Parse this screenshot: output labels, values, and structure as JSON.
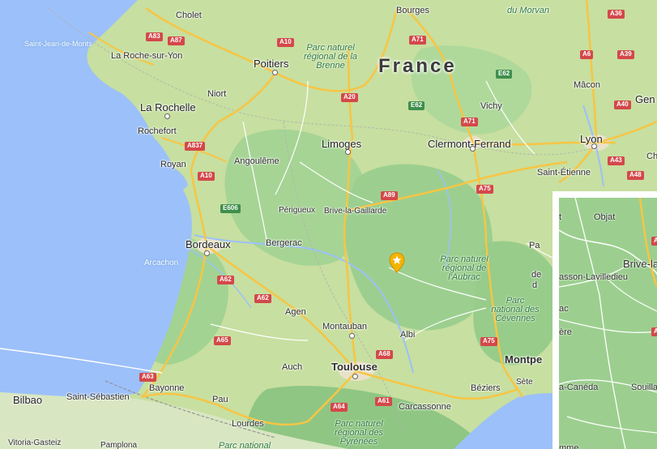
{
  "map": {
    "country_label": "France",
    "water_labels": [
      {
        "id": "saint-jean-de-monts",
        "text": "Saint-Jean-de-Monts"
      },
      {
        "id": "arcachon",
        "text": "Arcachon"
      }
    ],
    "cities": [
      {
        "id": "cholet",
        "text": "Cholet"
      },
      {
        "id": "bourges",
        "text": "Bourges"
      },
      {
        "id": "morvan",
        "text": "du Morvan"
      },
      {
        "id": "la-roche-sur-yon",
        "text": "La Roche-sur-Yon"
      },
      {
        "id": "poitiers",
        "text": "Poitiers"
      },
      {
        "id": "niort",
        "text": "Niort"
      },
      {
        "id": "la-rochelle",
        "text": "La Rochelle"
      },
      {
        "id": "rochefort",
        "text": "Rochefort"
      },
      {
        "id": "royan",
        "text": "Royan"
      },
      {
        "id": "angouleme",
        "text": "Angoulême"
      },
      {
        "id": "limoges",
        "text": "Limoges"
      },
      {
        "id": "vichy",
        "text": "Vichy"
      },
      {
        "id": "clermont-ferrand",
        "text": "Clermont-Ferrand"
      },
      {
        "id": "macon",
        "text": "Mâcon"
      },
      {
        "id": "lyon",
        "text": "Lyon"
      },
      {
        "id": "saint-etienne",
        "text": "Saint-Étienne"
      },
      {
        "id": "perigueux",
        "text": "Périgueux"
      },
      {
        "id": "brive",
        "text": "Brive-la-Gaillarde"
      },
      {
        "id": "bordeaux",
        "text": "Bordeaux"
      },
      {
        "id": "bergerac",
        "text": "Bergerac"
      },
      {
        "id": "agen",
        "text": "Agen"
      },
      {
        "id": "montauban",
        "text": "Montauban"
      },
      {
        "id": "albi",
        "text": "Albi"
      },
      {
        "id": "toulouse",
        "text": "Toulouse"
      },
      {
        "id": "auch",
        "text": "Auch"
      },
      {
        "id": "montpellier",
        "text": "Montpe"
      },
      {
        "id": "beziers",
        "text": "Béziers"
      },
      {
        "id": "sete",
        "text": "Sète"
      },
      {
        "id": "carcassonne",
        "text": "Carcassonne"
      },
      {
        "id": "bayonne",
        "text": "Bayonne"
      },
      {
        "id": "saint-sebastien",
        "text": "Saint-Sébastien"
      },
      {
        "id": "bilbao",
        "text": "Bilbao"
      },
      {
        "id": "pau",
        "text": "Pau"
      },
      {
        "id": "lourdes",
        "text": "Lourdes"
      },
      {
        "id": "vitoria",
        "text": "Vitoria-Gasteiz"
      },
      {
        "id": "pamplona",
        "text": "Pamplona"
      },
      {
        "id": "pa-edge",
        "text": "Pa"
      },
      {
        "id": "de-edge",
        "text": "de"
      },
      {
        "id": "d-edge",
        "text": "d"
      },
      {
        "id": "gen-edge",
        "text": "Gen"
      },
      {
        "id": "ch-edge",
        "text": "Ch"
      }
    ],
    "parks": [
      {
        "id": "brenne",
        "text": "Parc naturel régional de la Brenne"
      },
      {
        "id": "aubrac",
        "text": "Parc naturel régional de l'Aubrac"
      },
      {
        "id": "cevennes",
        "text": "Parc national des Cévennes"
      },
      {
        "id": "pyrenees",
        "text": "Parc naturel régional des Pyrénées"
      },
      {
        "id": "parc-national-bottom",
        "text": "Parc national"
      }
    ],
    "roads": [
      {
        "id": "a83",
        "text": "A83"
      },
      {
        "id": "a87",
        "text": "A87"
      },
      {
        "id": "a10-north",
        "text": "A10"
      },
      {
        "id": "a71",
        "text": "A71"
      },
      {
        "id": "a36",
        "text": "A36"
      },
      {
        "id": "a6",
        "text": "A6"
      },
      {
        "id": "a39",
        "text": "A39"
      },
      {
        "id": "e62-a",
        "text": "E62"
      },
      {
        "id": "e62-b",
        "text": "E62"
      },
      {
        "id": "a20",
        "text": "A20"
      },
      {
        "id": "a71-b",
        "text": "A71"
      },
      {
        "id": "a40",
        "text": "A40"
      },
      {
        "id": "a837",
        "text": "A837"
      },
      {
        "id": "a10-south",
        "text": "A10"
      },
      {
        "id": "a43",
        "text": "A43"
      },
      {
        "id": "a48",
        "text": "A48"
      },
      {
        "id": "e606",
        "text": "E606"
      },
      {
        "id": "a89",
        "text": "A89"
      },
      {
        "id": "a75-a",
        "text": "A75"
      },
      {
        "id": "a62-a",
        "text": "A62"
      },
      {
        "id": "a62-b",
        "text": "A62"
      },
      {
        "id": "a65",
        "text": "A65"
      },
      {
        "id": "a68",
        "text": "A68"
      },
      {
        "id": "a75-b",
        "text": "A75"
      },
      {
        "id": "a63",
        "text": "A63"
      },
      {
        "id": "a64",
        "text": "A64"
      },
      {
        "id": "a61",
        "text": "A61"
      }
    ],
    "marker_icon": "star-marker-icon",
    "colors": {
      "sea": "#9cc0f9",
      "land": "#c7dfa0",
      "forest": "#9ccf8f",
      "motorway": "#f7c544",
      "shield": "#d4484a",
      "marker": "#f5b400"
    }
  },
  "inset": {
    "labels": [
      {
        "id": "objat",
        "text": "Objat"
      },
      {
        "id": "brive-la",
        "text": "Brive-la"
      },
      {
        "id": "terrasson",
        "text": "asson-Lavilledieu"
      },
      {
        "id": "ac",
        "text": "ac"
      },
      {
        "id": "ere",
        "text": "ère"
      },
      {
        "id": "caneda",
        "text": "a-Canéda"
      },
      {
        "id": "souilla",
        "text": "Souilla"
      },
      {
        "id": "mme",
        "text": "mme"
      },
      {
        "id": "t-edge",
        "text": "t"
      }
    ],
    "road_shield": "A"
  }
}
